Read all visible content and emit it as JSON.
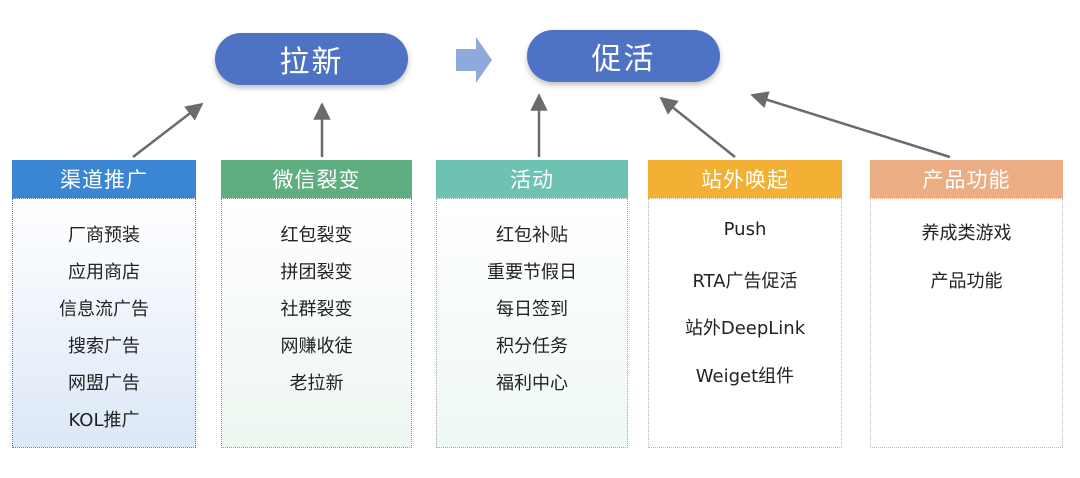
{
  "colors": {
    "pill": "#4F73C4",
    "arrow_shape": "#8EA9DB",
    "connector": "#6b6b6b"
  },
  "top": {
    "laxin": "拉新",
    "cuhuo": "促活"
  },
  "columns": [
    {
      "title": "渠道推广",
      "header_color": "#3A86D2",
      "body_color": "#DCE8F7",
      "border_color": "#3A86D2",
      "items": [
        "厂商预装",
        "应用商店",
        "信息流广告",
        "搜索广告",
        "网盟广告",
        "KOL推广"
      ]
    },
    {
      "title": "微信裂变",
      "header_color": "#5FAE7F",
      "body_color": "#EDF6F0",
      "border_color": "#5FAE7F",
      "items": [
        "红包裂变",
        "拼团裂变",
        "社群裂变",
        "网赚收徒",
        "老拉新"
      ]
    },
    {
      "title": "活动",
      "header_color": "#6EC2B2",
      "body_color": "#EEF8F6",
      "border_color": "#6EC2B2",
      "items": [
        "红包补贴",
        "重要节假日",
        "每日签到",
        "积分任务",
        "福利中心"
      ]
    },
    {
      "title": "站外唤起",
      "header_color": "#F2B035",
      "body_color": "#FFFFFF",
      "border_color": "#F2B035",
      "items": [
        "Push",
        "RTA广告促活",
        "站外DeepLink",
        "Weiget组件"
      ]
    },
    {
      "title": "产品功能",
      "header_color": "#EBAE84",
      "body_color": "#FFFFFF",
      "border_color": "#EBAE84",
      "items": [
        "养成类游戏",
        "产品功能"
      ]
    }
  ]
}
